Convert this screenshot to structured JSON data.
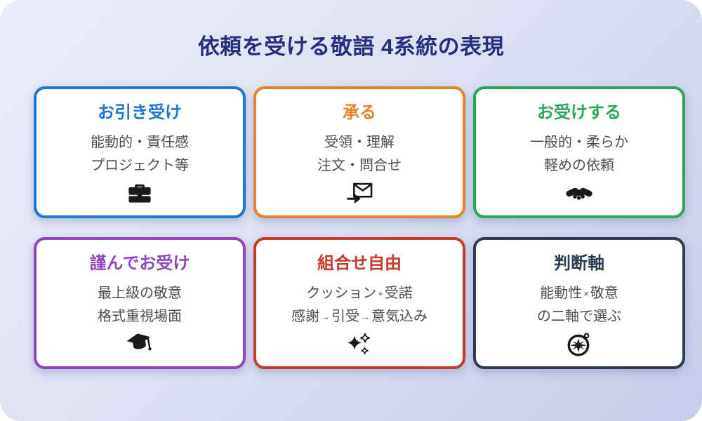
{
  "title": "依頼を受ける敬語 4系統の表現",
  "colors": {
    "title_text": "#262e7d",
    "body_text": "#4e4e4e",
    "background_gradient_start": "#eaecf8",
    "background_gradient_end": "#c7cde9",
    "card_background": "#ffffff",
    "icon_color": "#1a1a1a"
  },
  "cards": [
    {
      "title": "お引き受け",
      "accent": "#2176d3",
      "line1": "能動的・責任感",
      "line2": "プロジェクト等",
      "icon": "briefcase-icon"
    },
    {
      "title": "承る",
      "accent": "#e8832c",
      "line1": "受領・理解",
      "line2": "注文・問合せ",
      "icon": "mail-incoming-icon"
    },
    {
      "title": "お受けする",
      "accent": "#2aa75c",
      "line1": "一般的・柔らか",
      "line2": "軽めの依頼",
      "icon": "handshake-icon"
    },
    {
      "title": "謹んでお受け",
      "accent": "#9145c0",
      "line1": "最上級の敬意",
      "line2": "格式重視場面",
      "icon": "graduation-cap-icon"
    },
    {
      "title": "組合せ自由",
      "accent": "#c43a2b",
      "line1_parts": [
        "クッション",
        "+",
        "受諾"
      ],
      "line2_parts": [
        "感謝",
        "→",
        "引受",
        "→",
        "意気込み"
      ],
      "icon": "sparkles-icon"
    },
    {
      "title": "判断軸",
      "accent": "#2c3e50",
      "line1_parts": [
        "能動性",
        "×",
        "敬意"
      ],
      "line2": "の二軸で選ぶ",
      "icon": "compass-icon"
    }
  ]
}
